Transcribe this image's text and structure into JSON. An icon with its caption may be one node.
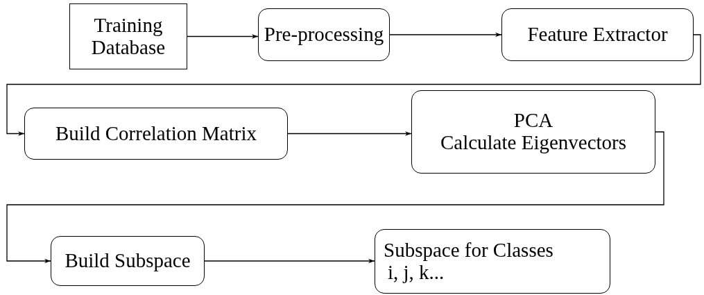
{
  "diagram": {
    "nodes": [
      {
        "text": [
          "Training Database"
        ]
      },
      {
        "text": [
          "Pre-processing"
        ]
      },
      {
        "text": [
          "Feature Extractor"
        ]
      },
      {
        "text": [
          "Build Correlation Matrix"
        ]
      },
      {
        "text": [
          "PCA",
          "Calculate Eigenvectors"
        ]
      },
      {
        "text": [
          "Build Subspace"
        ]
      },
      {
        "text": [
          "Subspace for Classes",
          "i, j, k..."
        ]
      }
    ],
    "edges": [
      {
        "from": 0,
        "to": 1,
        "arrow": "to"
      },
      {
        "from": 1,
        "to": 2,
        "arrow": "to"
      },
      {
        "from": 2,
        "to": 3,
        "arrow": "to"
      },
      {
        "from": 3,
        "to": 4,
        "arrow": "to"
      },
      {
        "from": 4,
        "to": 5,
        "arrow": "to"
      },
      {
        "from": 5,
        "to": 6,
        "arrow": "to"
      }
    ]
  }
}
